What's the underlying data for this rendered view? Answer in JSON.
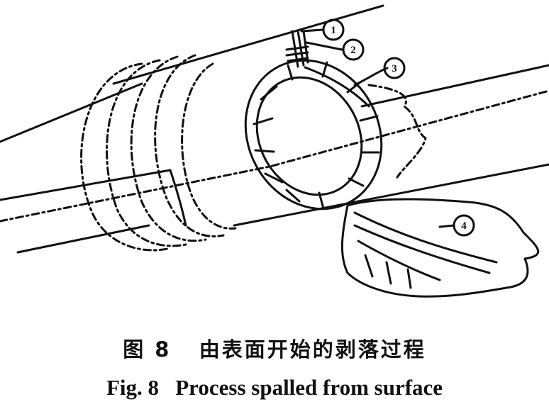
{
  "figure": {
    "caption_zh": "图 8   由表面开始的剥落过程",
    "caption_en": "Fig. 8   Process spalled from surface"
  },
  "diagram": {
    "callouts": [
      "1",
      "2",
      "3",
      "4"
    ]
  }
}
